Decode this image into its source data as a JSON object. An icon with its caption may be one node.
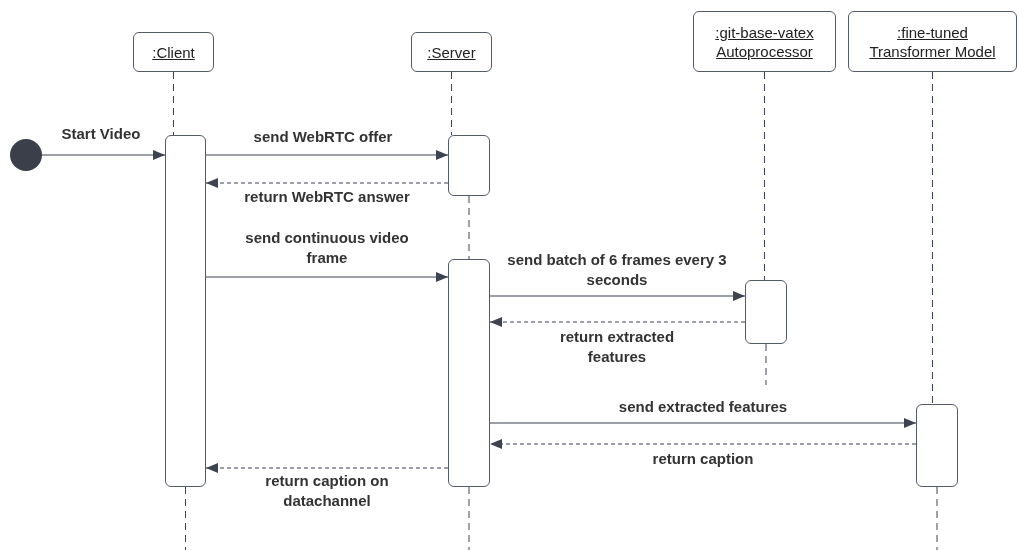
{
  "diagram": {
    "nodes": [
      {
        "text": [
          ":Client"
        ]
      },
      {
        "text": [
          ":Server"
        ]
      },
      {
        "text": [
          ":git-base-vatex Autoprocessor"
        ]
      },
      {
        "text": [
          ":fine-tuned Transformer Model"
        ]
      },
      {
        "text": [],
        "shape": "circle"
      },
      {
        "text": [],
        "shape": "bar"
      },
      {
        "text": [],
        "shape": "bar"
      },
      {
        "text": [],
        "shape": "bar"
      },
      {
        "text": [],
        "shape": "bar"
      },
      {
        "text": [],
        "shape": "bar"
      }
    ],
    "edges": [
      {
        "from": 4,
        "to": 5,
        "arrow": "to",
        "label": "Start Video"
      },
      {
        "from": 5,
        "to": 6,
        "arrow": "to",
        "label": "send WebRTC offer"
      },
      {
        "from": 6,
        "to": 5,
        "arrow": "to",
        "label": "return WebRTC answer",
        "style": "dashed"
      },
      {
        "from": 5,
        "to": 7,
        "arrow": "to",
        "label": "send continuous video frame"
      },
      {
        "from": 7,
        "to": 8,
        "arrow": "to",
        "label": "send batch of 6 frames every 3 seconds"
      },
      {
        "from": 8,
        "to": 7,
        "arrow": "to",
        "label": "return extracted features",
        "style": "dashed"
      },
      {
        "from": 7,
        "to": 9,
        "arrow": "to",
        "label": "send extracted features"
      },
      {
        "from": 9,
        "to": 7,
        "arrow": "to",
        "label": "return caption",
        "style": "dashed"
      },
      {
        "from": 7,
        "to": 5,
        "arrow": "to",
        "label": "return caption on datachannel",
        "style": "dashed"
      },
      {
        "from": 0,
        "to": 5,
        "arrow": "none",
        "style": "dashed"
      },
      {
        "from": 5,
        "to": null,
        "arrow": "none",
        "style": "dashed"
      },
      {
        "from": 1,
        "to": 6,
        "arrow": "none",
        "style": "dashed"
      },
      {
        "from": 6,
        "to": 7,
        "arrow": "none",
        "style": "dashed"
      },
      {
        "from": 7,
        "to": null,
        "arrow": "none",
        "style": "dashed"
      },
      {
        "from": 2,
        "to": 8,
        "arrow": "none",
        "style": "dashed"
      },
      {
        "from": 8,
        "to": null,
        "arrow": "none",
        "style": "dashed"
      },
      {
        "from": 3,
        "to": 9,
        "arrow": "none",
        "style": "dashed"
      },
      {
        "from": 9,
        "to": null,
        "arrow": "none",
        "style": "dashed"
      }
    ]
  }
}
